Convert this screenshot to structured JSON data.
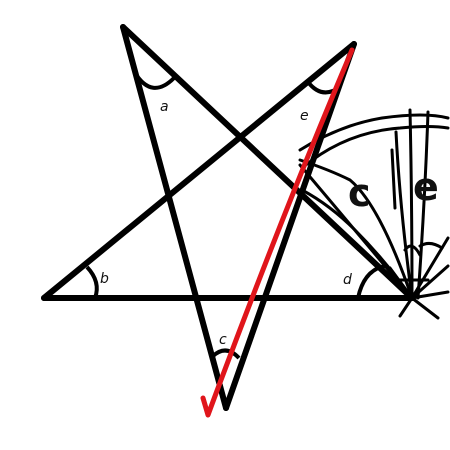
{
  "diagram": {
    "angle_labels": {
      "a": "a",
      "b": "b",
      "c": "c",
      "d": "d",
      "e": "e"
    },
    "sketch_labels": {
      "c": "c",
      "e": "e"
    }
  },
  "colors": {
    "star_lines": "#000000",
    "arcs": "#000000",
    "red_check": "#e0151b",
    "background": "#ffffff"
  }
}
